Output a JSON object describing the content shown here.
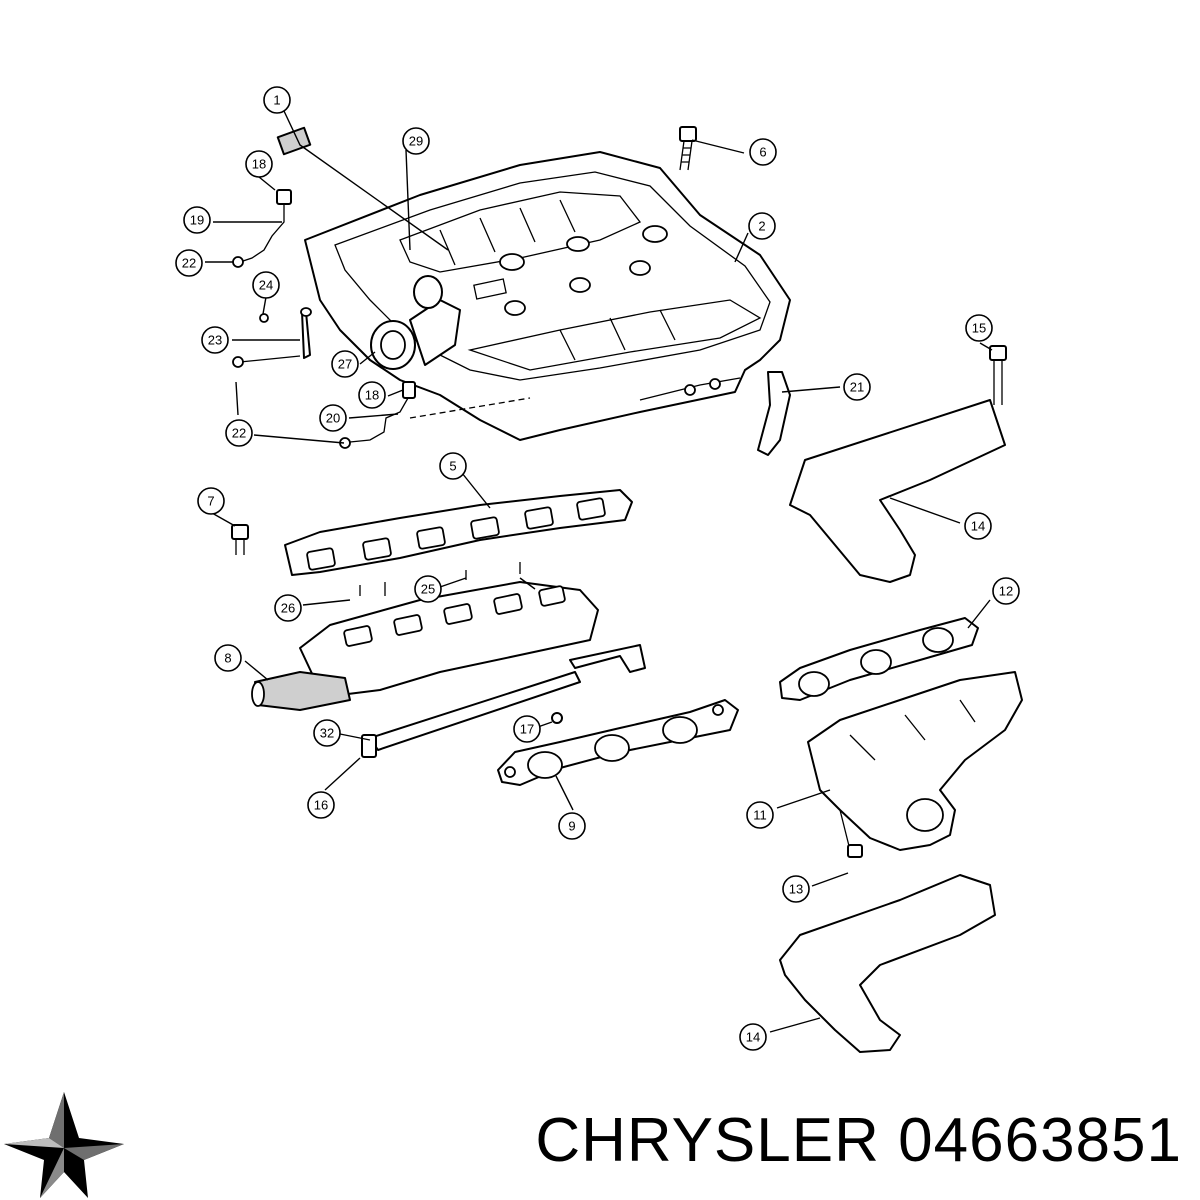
{
  "diagram": {
    "callouts": [
      {
        "id": "c1",
        "label": "1"
      },
      {
        "id": "c2",
        "label": "2"
      },
      {
        "id": "c5",
        "label": "5"
      },
      {
        "id": "c6",
        "label": "6"
      },
      {
        "id": "c7",
        "label": "7"
      },
      {
        "id": "c8",
        "label": "8"
      },
      {
        "id": "c9",
        "label": "9"
      },
      {
        "id": "c11",
        "label": "11"
      },
      {
        "id": "c12",
        "label": "12"
      },
      {
        "id": "c13",
        "label": "13"
      },
      {
        "id": "c14a",
        "label": "14"
      },
      {
        "id": "c14b",
        "label": "14"
      },
      {
        "id": "c15",
        "label": "15"
      },
      {
        "id": "c16",
        "label": "16"
      },
      {
        "id": "c17",
        "label": "17"
      },
      {
        "id": "c18a",
        "label": "18"
      },
      {
        "id": "c18b",
        "label": "18"
      },
      {
        "id": "c19",
        "label": "19"
      },
      {
        "id": "c20",
        "label": "20"
      },
      {
        "id": "c21",
        "label": "21"
      },
      {
        "id": "c22a",
        "label": "22"
      },
      {
        "id": "c22b",
        "label": "22"
      },
      {
        "id": "c23",
        "label": "23"
      },
      {
        "id": "c24",
        "label": "24"
      },
      {
        "id": "c25",
        "label": "25"
      },
      {
        "id": "c26",
        "label": "26"
      },
      {
        "id": "c27",
        "label": "27"
      },
      {
        "id": "c29",
        "label": "29"
      },
      {
        "id": "c32",
        "label": "32"
      }
    ]
  },
  "footer": {
    "brand": "CHRYSLER",
    "part_number": "04663851",
    "logo_icon": "pentastar-icon"
  }
}
